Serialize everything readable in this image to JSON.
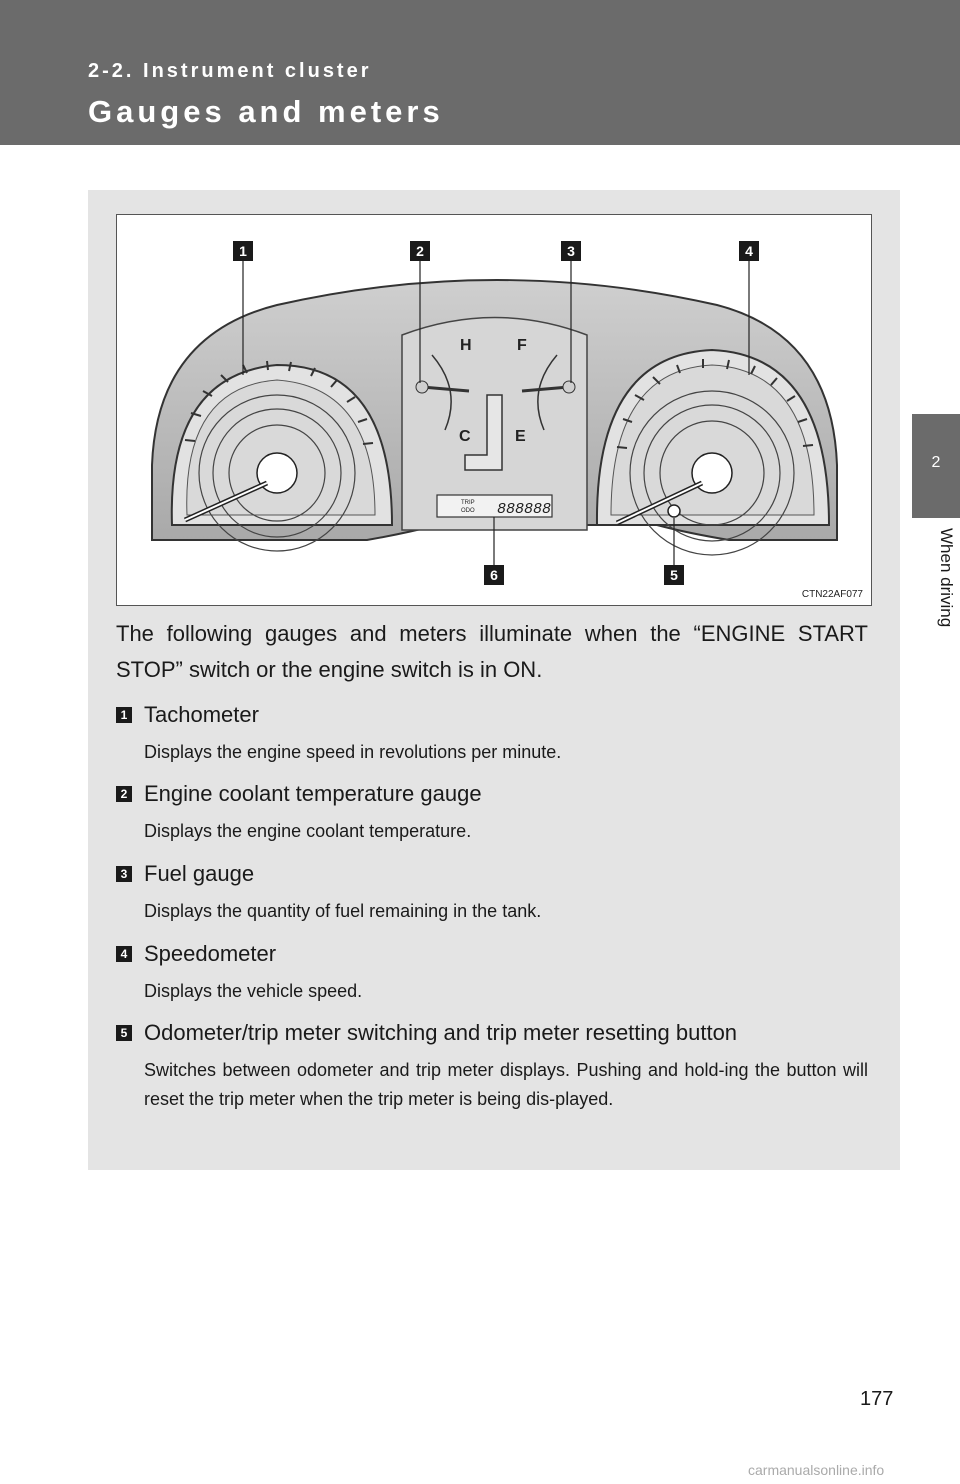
{
  "header": {
    "section": "2-2. Instrument cluster",
    "title": "Gauges and meters"
  },
  "side_tab": {
    "chapter_number": "2",
    "chapter_title": "When driving"
  },
  "figure": {
    "code": "CTN22AF077",
    "callouts": [
      "1",
      "2",
      "3",
      "4",
      "5",
      "6"
    ],
    "gauge_letters": {
      "hot": "H",
      "cold": "C",
      "full": "F",
      "empty": "E"
    },
    "display_labels": {
      "trip": "TRIP",
      "odo": "ODO",
      "digits": "888888"
    }
  },
  "intro": "The following gauges and meters illuminate when the “ENGINE START STOP” switch or the engine switch is in ON.",
  "items": [
    {
      "num": "1",
      "title": "Tachometer",
      "desc": "Displays the engine speed in revolutions per minute."
    },
    {
      "num": "2",
      "title": "Engine coolant temperature gauge",
      "desc": "Displays the engine coolant temperature."
    },
    {
      "num": "3",
      "title": "Fuel gauge",
      "desc": "Displays the quantity of fuel remaining in the tank."
    },
    {
      "num": "4",
      "title": "Speedometer",
      "desc": "Displays the vehicle speed."
    },
    {
      "num": "5",
      "title": "Odometer/trip meter switching and trip meter resetting button",
      "desc": "Switches between odometer and trip meter displays. Pushing and hold-ing the button will reset the trip meter when the trip meter is being dis-played."
    }
  ],
  "page_number": "177",
  "watermark": "carmanualsonline.info"
}
